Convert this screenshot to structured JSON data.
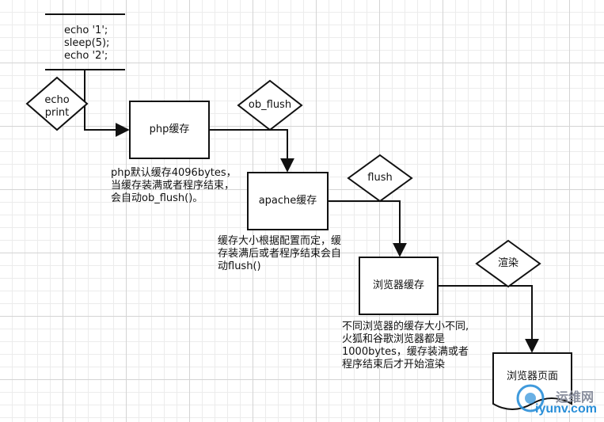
{
  "code_block": {
    "lines": [
      "echo '1';",
      "sleep(5);",
      "echo '2';"
    ]
  },
  "decisions": {
    "echo_print": [
      "echo",
      "print"
    ],
    "ob_flush": "ob_flush",
    "flush": "flush",
    "render": "渲染"
  },
  "boxes": {
    "php_buffer": "php缓存",
    "apache_buffer": "apache缓存",
    "browser_buffer": "浏览器缓存",
    "browser_page": "浏览器页面"
  },
  "notes": {
    "php": [
      "php默认缓存4096bytes，",
      "当缓存装满或者程序结束，",
      "会自动ob_flush()。"
    ],
    "apache": [
      "缓存大小根据配置而定，缓",
      "存装满后或者程序结束会自",
      "动flush()"
    ],
    "browser": [
      "不同浏览器的缓存大小不同,",
      "火狐和谷歌浏览器都是",
      "1000bytes，缓存装满或者",
      "程序结束后才开始渲染"
    ]
  },
  "watermark": {
    "site_cn": "运维网",
    "site_en": "iyunv.com"
  },
  "colors": {
    "stroke": "#111111",
    "watermark_blue": "#2a8fd8",
    "watermark_gray": "#8a8f9e"
  }
}
